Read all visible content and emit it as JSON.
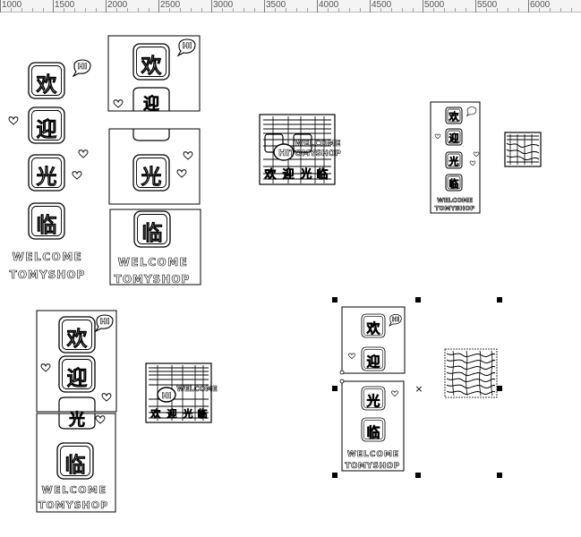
{
  "ruler": {
    "labels": [
      "1000",
      "1500",
      "2000",
      "2500",
      "3000",
      "3500",
      "4000",
      "4500",
      "5000",
      "5500",
      "6000"
    ]
  },
  "design": {
    "glyphs": [
      "欢",
      "迎",
      "光",
      "临"
    ],
    "bubble_text": "HI",
    "caption_line1": "WELCOME",
    "caption_line2": "TOMYSHOP"
  },
  "selection": {
    "delete_mark": "×"
  }
}
